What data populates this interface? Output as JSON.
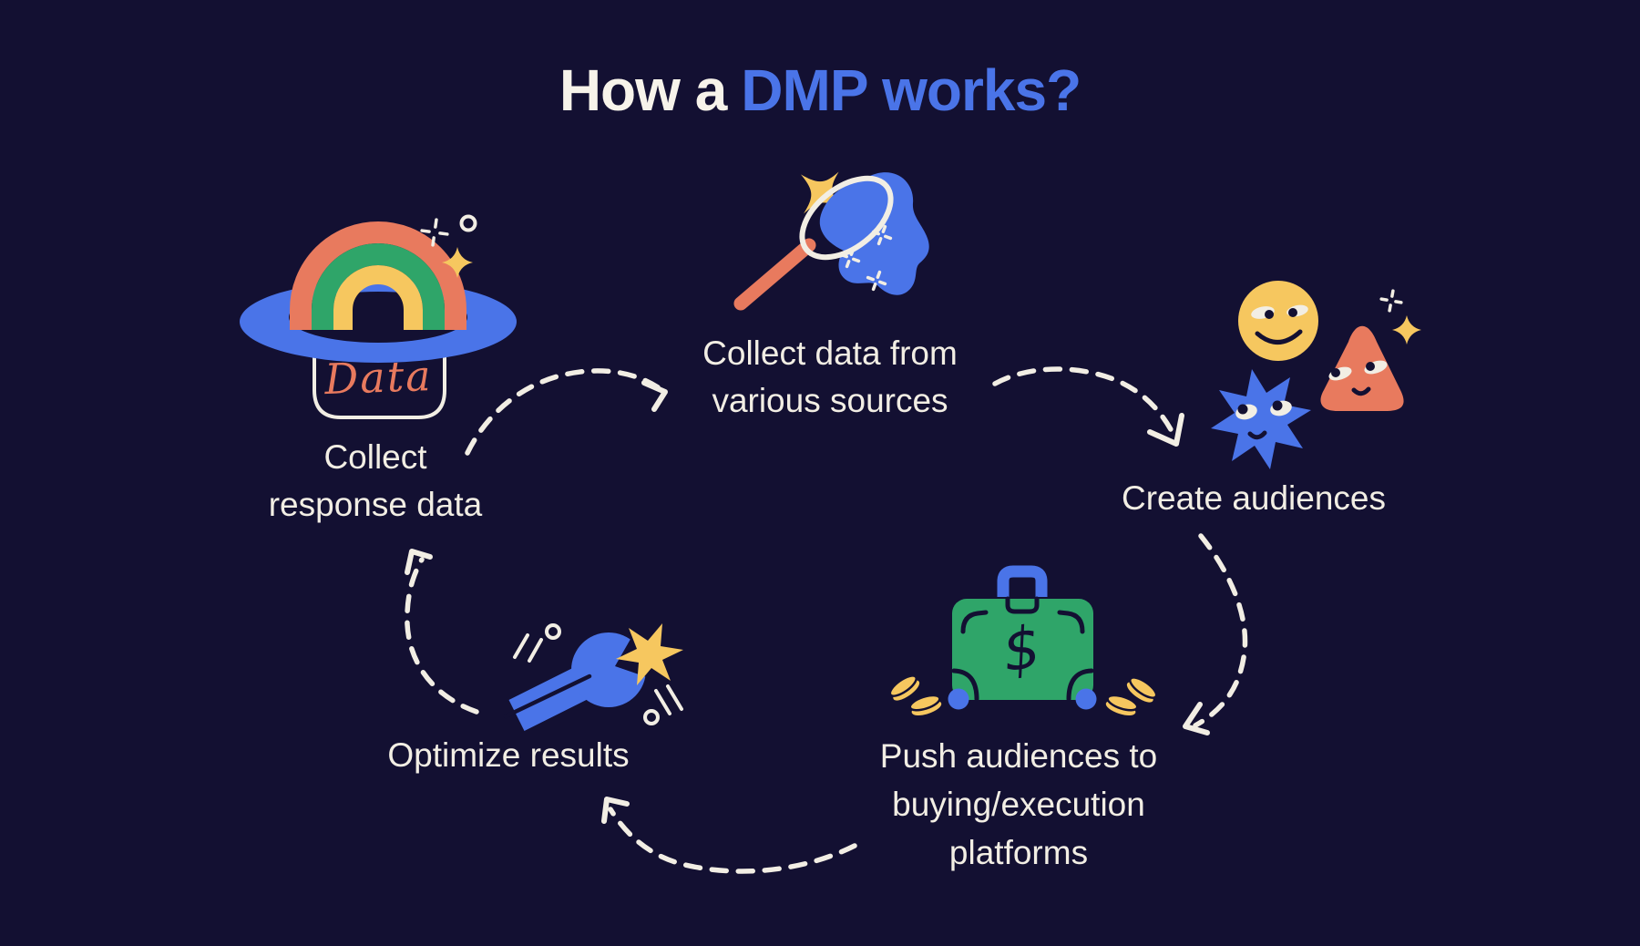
{
  "title": {
    "prefix": "How a",
    "highlight": "DMP works?"
  },
  "steps": {
    "collect_response": {
      "line1": "Collect",
      "line2": "response data"
    },
    "collect_sources": {
      "line1": "Collect data from",
      "line2": "various sources"
    },
    "create_audiences": {
      "line1": "Create audiences"
    },
    "push_audiences": {
      "line1": "Push audiences to",
      "line2": "buying/execution",
      "line3": "platforms"
    },
    "optimize_results": {
      "line1": "Optimize results"
    }
  },
  "icons": {
    "hat_label": "Data",
    "suitcase_symbol": "$"
  },
  "colors": {
    "background": "#131032",
    "accent_blue": "#4a74e8",
    "coral": "#e87a5e",
    "green": "#2fa569",
    "yellow": "#f6c75f",
    "cream": "#f2eee4"
  }
}
